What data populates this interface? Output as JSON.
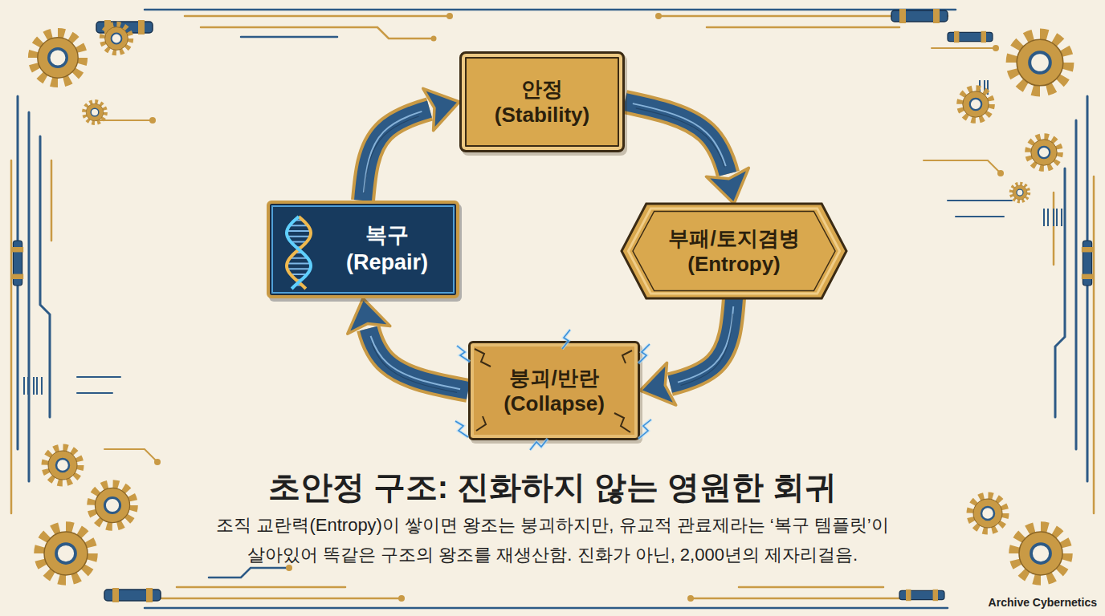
{
  "diagram": {
    "title": "초안정 구조: 진화하지 않는 영원한 회귀",
    "caption": "조직 교란력(Entropy)이 쌓이면 왕조는 붕괴하지만, 유교적 관료제라는 ‘복구 템플릿’이 살아있어 똑같은 구조의 왕조를 재생산함. 진화가 아닌, 2,000년의 제자리걸음.",
    "nodes": [
      {
        "text": [
          "안정 (Stability)"
        ]
      },
      {
        "text": [
          "부패/토지겸병 (Entropy)"
        ]
      },
      {
        "text": [
          "붕괴/반란 (Collapse)"
        ]
      },
      {
        "text": [
          "복구 (Repair)"
        ]
      }
    ],
    "edges": [
      {
        "from": 0,
        "to": 1,
        "arrow": "to"
      },
      {
        "from": 1,
        "to": 2,
        "arrow": "to"
      },
      {
        "from": 2,
        "to": 3,
        "arrow": "to"
      },
      {
        "from": 3,
        "to": 0,
        "arrow": "to"
      }
    ],
    "labels": [
      "Archive Cybernetics"
    ]
  }
}
